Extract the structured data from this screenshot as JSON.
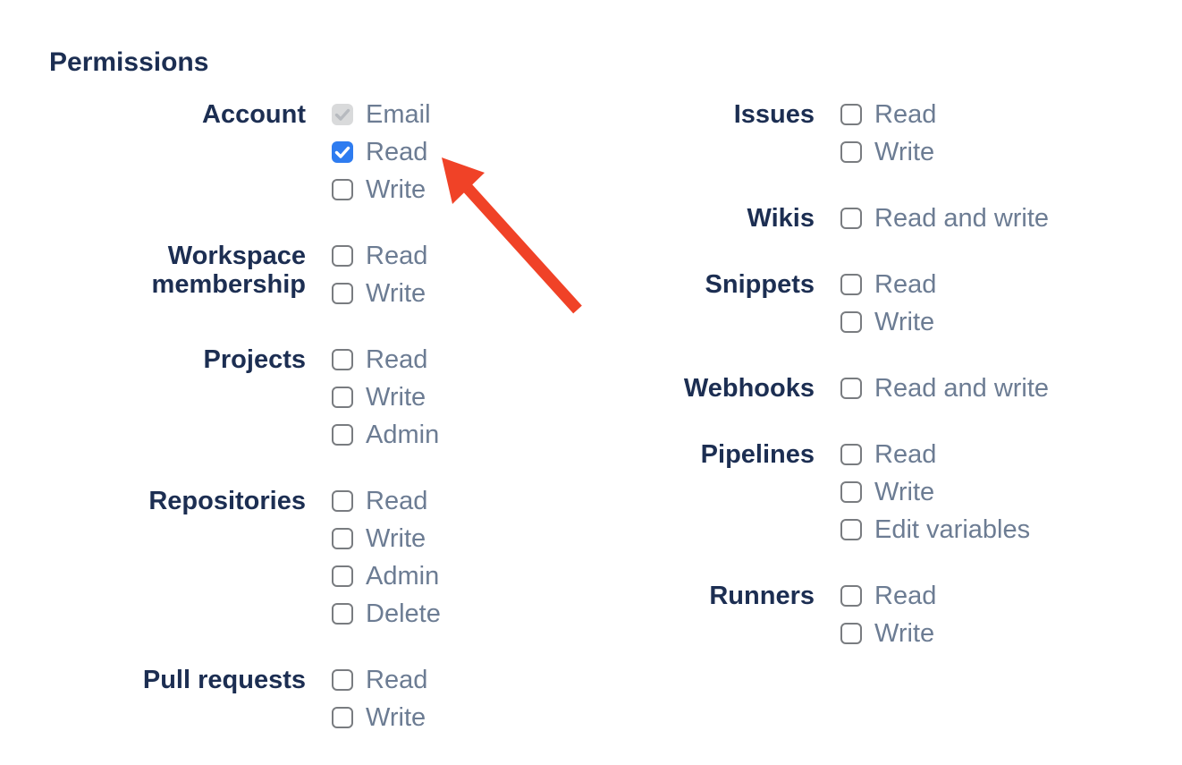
{
  "heading": "Permissions",
  "colors": {
    "heading_text": "#1C2E52",
    "group_label_text": "#1C2E52",
    "item_label_text": "#6C7C93",
    "checkbox_border": "#797C80",
    "checkbox_checked_bg": "#2E7CF0",
    "checkbox_checked_check": "#FFFFFF",
    "checkbox_disabled_bg": "#D9DADB",
    "checkbox_disabled_check": "#B7BABF"
  },
  "columns": [
    {
      "groups": [
        {
          "label": "Account",
          "items": [
            {
              "label": "Email",
              "state": "disabled-checked"
            },
            {
              "label": "Read",
              "state": "checked"
            },
            {
              "label": "Write",
              "state": "unchecked"
            }
          ]
        },
        {
          "label": "Workspace membership",
          "items": [
            {
              "label": "Read",
              "state": "unchecked"
            },
            {
              "label": "Write",
              "state": "unchecked"
            }
          ]
        },
        {
          "label": "Projects",
          "items": [
            {
              "label": "Read",
              "state": "unchecked"
            },
            {
              "label": "Write",
              "state": "unchecked"
            },
            {
              "label": "Admin",
              "state": "unchecked"
            }
          ]
        },
        {
          "label": "Repositories",
          "items": [
            {
              "label": "Read",
              "state": "unchecked"
            },
            {
              "label": "Write",
              "state": "unchecked"
            },
            {
              "label": "Admin",
              "state": "unchecked"
            },
            {
              "label": "Delete",
              "state": "unchecked"
            }
          ]
        },
        {
          "label": "Pull requests",
          "items": [
            {
              "label": "Read",
              "state": "unchecked"
            },
            {
              "label": "Write",
              "state": "unchecked"
            }
          ]
        }
      ]
    },
    {
      "groups": [
        {
          "label": "Issues",
          "items": [
            {
              "label": "Read",
              "state": "unchecked"
            },
            {
              "label": "Write",
              "state": "unchecked"
            }
          ]
        },
        {
          "label": "Wikis",
          "items": [
            {
              "label": "Read and write",
              "state": "unchecked"
            }
          ]
        },
        {
          "label": "Snippets",
          "items": [
            {
              "label": "Read",
              "state": "unchecked"
            },
            {
              "label": "Write",
              "state": "unchecked"
            }
          ]
        },
        {
          "label": "Webhooks",
          "items": [
            {
              "label": "Read and write",
              "state": "unchecked"
            }
          ]
        },
        {
          "label": "Pipelines",
          "items": [
            {
              "label": "Read",
              "state": "unchecked"
            },
            {
              "label": "Write",
              "state": "unchecked"
            },
            {
              "label": "Edit variables",
              "state": "unchecked"
            }
          ]
        },
        {
          "label": "Runners",
          "items": [
            {
              "label": "Read",
              "state": "unchecked"
            },
            {
              "label": "Write",
              "state": "unchecked"
            }
          ]
        }
      ]
    }
  ],
  "annotation": {
    "arrow_color": "#F04227",
    "points_to": "Account Read checkbox"
  }
}
